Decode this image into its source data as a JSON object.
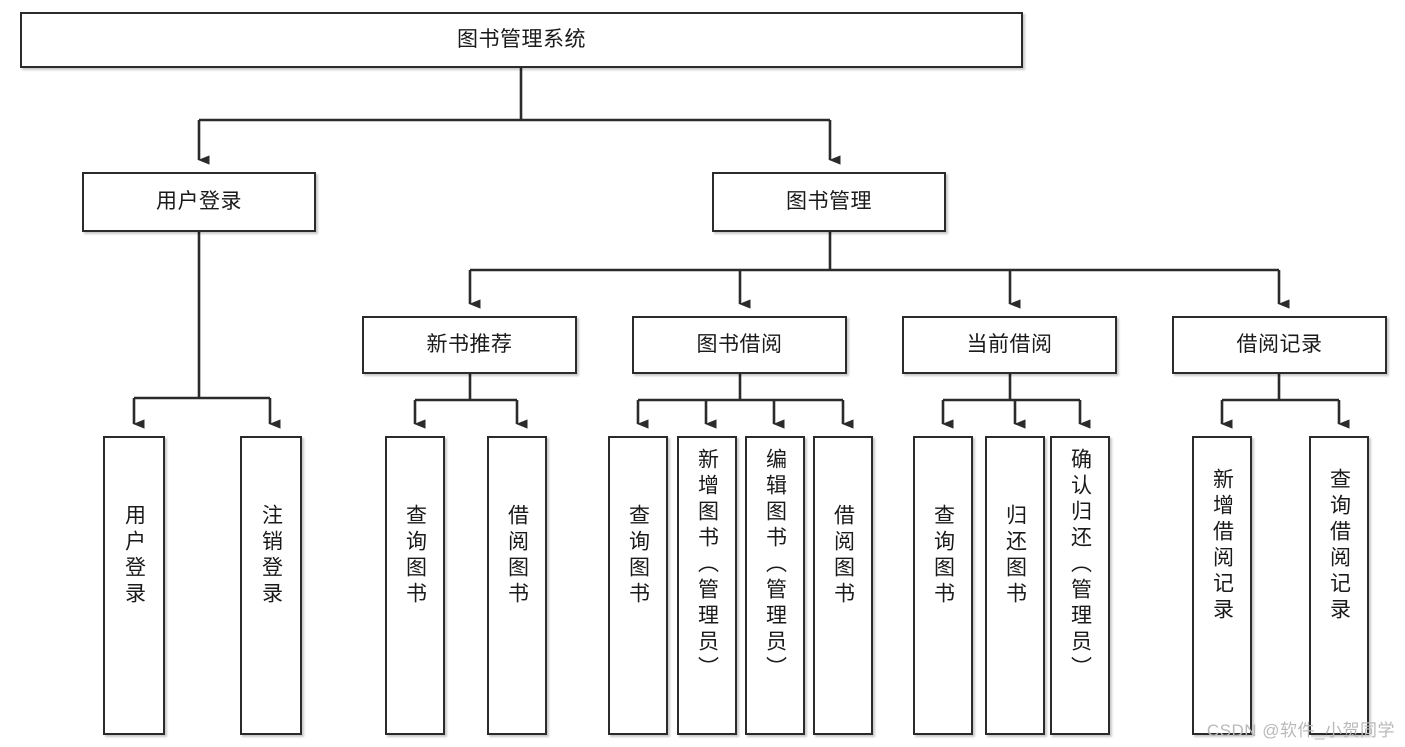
{
  "diagram": {
    "type": "tree",
    "title": "图书管理系统",
    "nodes": {
      "root": {
        "label": "图书管理系统",
        "level": 1,
        "orientation": "horizontal"
      },
      "n_user_login": {
        "label": "用户登录",
        "level": 2,
        "orientation": "horizontal"
      },
      "n_book_mgmt": {
        "label": "图书管理",
        "level": 2,
        "orientation": "horizontal"
      },
      "n_new_books": {
        "label": "新书推荐",
        "level": 3,
        "orientation": "horizontal"
      },
      "n_borrow": {
        "label": "图书借阅",
        "level": 3,
        "orientation": "horizontal"
      },
      "n_current": {
        "label": "当前借阅",
        "level": 3,
        "orientation": "horizontal"
      },
      "n_records": {
        "label": "借阅记录",
        "level": 3,
        "orientation": "horizontal"
      },
      "l_user_login": {
        "label": "用户登录",
        "level": 4,
        "orientation": "vertical"
      },
      "l_user_logout": {
        "label": "注销登录",
        "level": 4,
        "orientation": "vertical"
      },
      "l_nb_query": {
        "label": "查询图书",
        "level": 4,
        "orientation": "vertical"
      },
      "l_nb_borrow": {
        "label": "借阅图书",
        "level": 4,
        "orientation": "vertical"
      },
      "l_bb_query": {
        "label": "查询图书",
        "level": 4,
        "orientation": "vertical"
      },
      "l_bb_add": {
        "label": "新增图书（管理员）",
        "level": 4,
        "orientation": "vertical"
      },
      "l_bb_edit": {
        "label": "编辑图书（管理员）",
        "level": 4,
        "orientation": "vertical"
      },
      "l_bb_borrow": {
        "label": "借阅图书",
        "level": 4,
        "orientation": "vertical"
      },
      "l_cb_query": {
        "label": "查询图书",
        "level": 4,
        "orientation": "vertical"
      },
      "l_cb_return": {
        "label": "归还图书",
        "level": 4,
        "orientation": "vertical"
      },
      "l_cb_confirm": {
        "label": "确认归还（管理员）",
        "level": 4,
        "orientation": "vertical"
      },
      "l_rec_add": {
        "label": "新增借阅记录",
        "level": 4,
        "orientation": "vertical"
      },
      "l_rec_query": {
        "label": "查询借阅记录",
        "level": 4,
        "orientation": "vertical"
      }
    },
    "edges": [
      {
        "from": "root",
        "to": "n_user_login"
      },
      {
        "from": "root",
        "to": "n_book_mgmt"
      },
      {
        "from": "n_user_login",
        "to": "l_user_login"
      },
      {
        "from": "n_user_login",
        "to": "l_user_logout"
      },
      {
        "from": "n_book_mgmt",
        "to": "n_new_books"
      },
      {
        "from": "n_book_mgmt",
        "to": "n_borrow"
      },
      {
        "from": "n_book_mgmt",
        "to": "n_current"
      },
      {
        "from": "n_book_mgmt",
        "to": "n_records"
      },
      {
        "from": "n_new_books",
        "to": "l_nb_query"
      },
      {
        "from": "n_new_books",
        "to": "l_nb_borrow"
      },
      {
        "from": "n_borrow",
        "to": "l_bb_query"
      },
      {
        "from": "n_borrow",
        "to": "l_bb_add"
      },
      {
        "from": "n_borrow",
        "to": "l_bb_edit"
      },
      {
        "from": "n_borrow",
        "to": "l_bb_borrow"
      },
      {
        "from": "n_current",
        "to": "l_cb_query"
      },
      {
        "from": "n_current",
        "to": "l_cb_return"
      },
      {
        "from": "n_current",
        "to": "l_cb_confirm"
      },
      {
        "from": "n_records",
        "to": "l_rec_add"
      },
      {
        "from": "n_records",
        "to": "l_rec_query"
      }
    ],
    "colors": {
      "stroke": "#2b2b2b",
      "fill": "#ffffff",
      "text": "#1a1a1a",
      "watermark": "#b9b9b9"
    }
  },
  "watermark": {
    "text": "CSDN @软件_小贺同学"
  }
}
